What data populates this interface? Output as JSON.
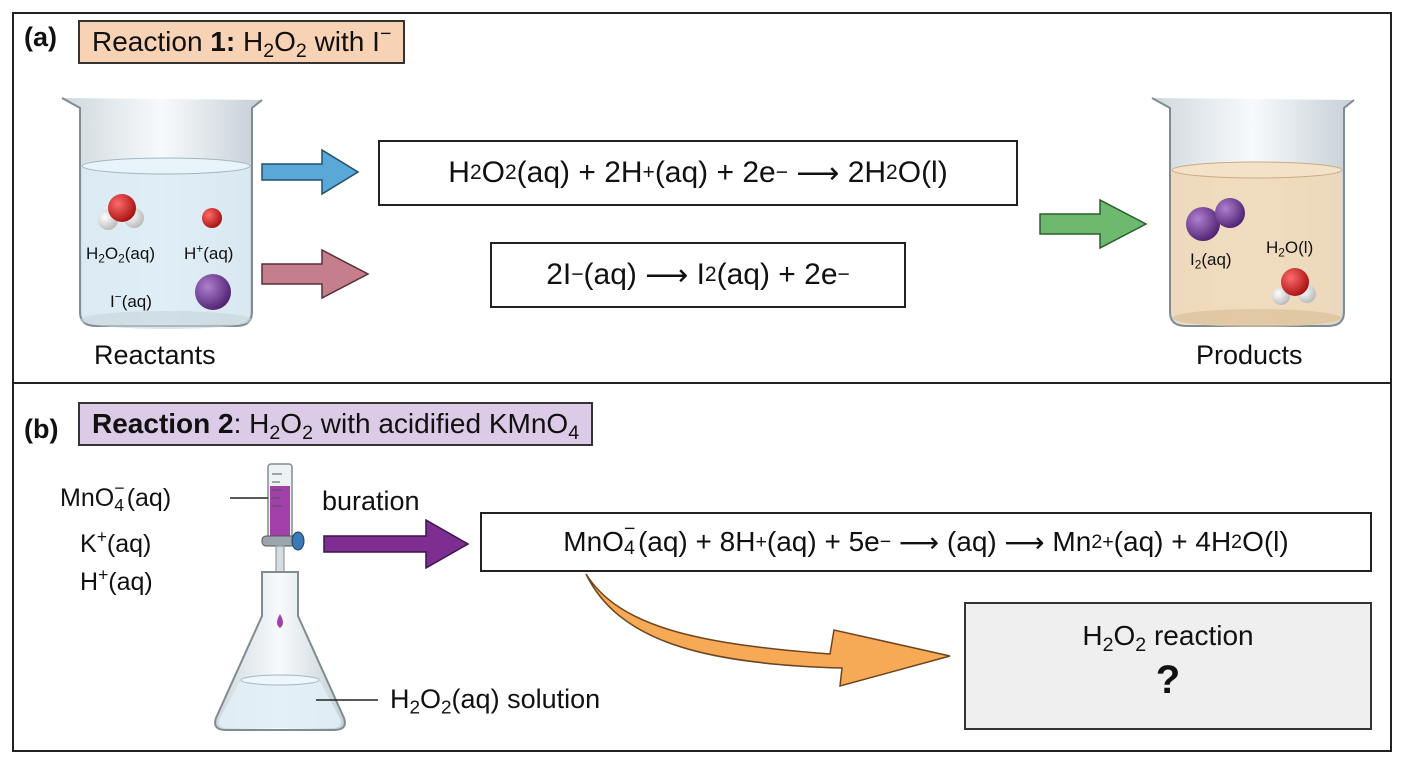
{
  "panel_a": {
    "label": "(a)",
    "title": {
      "lead": "Reaction ",
      "number": "1:",
      "rest_a": " H",
      "sub1": "2",
      "rest_b": "O",
      "sub2": "2",
      "rest_c": " with I",
      "sup": "−"
    },
    "reactants_caption": "Reactants",
    "products_caption": "Products",
    "beaker_labels": {
      "h2o2": {
        "a": "H",
        "s1": "2",
        "b": "O",
        "s2": "2",
        "c": "(aq)"
      },
      "hplus": {
        "a": "H",
        "sup": "+",
        "b": "(aq)"
      },
      "iminus": {
        "a": "I",
        "sup": "−",
        "b": "(aq)"
      },
      "i2": {
        "a": "I",
        "sub": "2",
        "b": "(aq)"
      },
      "h2o": {
        "a": "H",
        "sub": "2",
        "b": "O(l)"
      }
    },
    "eq1": {
      "p1": "H",
      "s1": "2",
      "p2": "O",
      "s2": "2",
      "p3": "(aq) + 2H",
      "sup1": "+",
      "p4": "(aq) + 2e",
      "sup2": "−",
      "arrow": " ⟶ ",
      "p5": "2H",
      "s3": "2",
      "p6": "O(l)"
    },
    "eq2": {
      "p1": "2I",
      "sup1": "−",
      "p2": "(aq)",
      "arrow": " ⟶ ",
      "p3": "I",
      "s1": "2",
      "p4": "(aq) + 2e",
      "sup2": "−"
    }
  },
  "panel_b": {
    "label": "(b)",
    "title": {
      "bold": "Reaction 2",
      "rest_a": ": H",
      "sub1": "2",
      "rest_b": "O",
      "sub2": "2",
      "rest_c": " with acidified KMnO",
      "sub3": "4"
    },
    "species": {
      "mno4": {
        "a": "MnO",
        "sub": "4",
        "sup": "−",
        "b": "(aq)"
      },
      "kplus": {
        "a": "K",
        "sup": "+",
        "b": "(aq)"
      },
      "hplus": {
        "a": "H",
        "sup": "+",
        "b": "(aq)"
      }
    },
    "arrow_label": "buration",
    "solution_label": {
      "a": "H",
      "s1": "2",
      "b": "O",
      "s2": "2",
      "c": "(aq) solution"
    },
    "eq": {
      "p1": "MnO",
      "s1": "4",
      "sup1": "−",
      "p2": "(aq) + 8H",
      "sup2": "+",
      "p3": "(aq) + 5e",
      "sup3": "−",
      "arrow1": " ⟶ ",
      "p4": "(aq)",
      "arrow2": " ⟶ ",
      "p5": "Mn",
      "sup4": "2+",
      "p6": "(aq) + 4H",
      "s2": "2",
      "p7": "O(l)"
    },
    "result_box": {
      "a": "H",
      "s1": "2",
      "b": "O",
      "s2": "2",
      "c": " reaction",
      "question": "?"
    }
  },
  "colors": {
    "title_a_bg": "#f8d2b4",
    "title_b_bg": "#dccbe6",
    "arrow_blue": "#5aa8d8",
    "arrow_rose": "#c57e8c",
    "arrow_green": "#6dba6e",
    "arrow_purple": "#7e2e90",
    "arrow_orange": "#f6aa55",
    "result_bg": "#efefef",
    "permanganate": "#a040a8",
    "iodine": "#6a3a8e",
    "oxygen": "#cc1a1a"
  }
}
